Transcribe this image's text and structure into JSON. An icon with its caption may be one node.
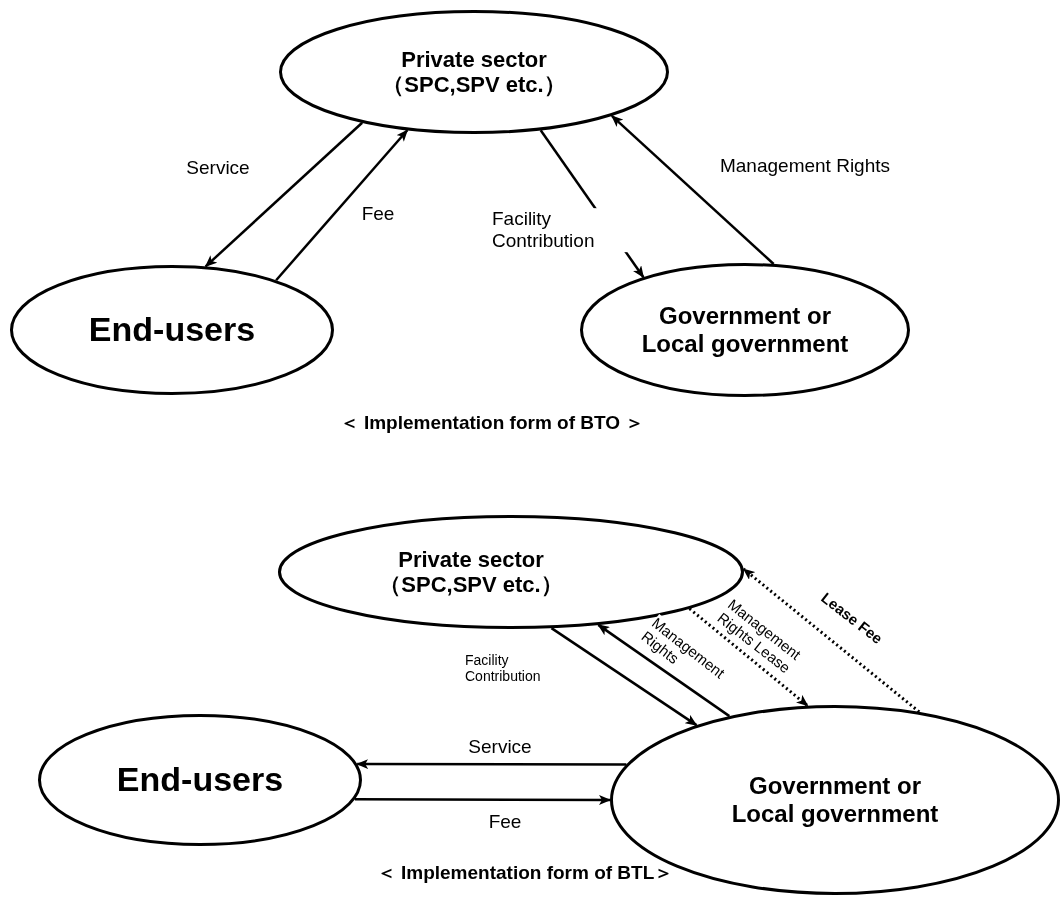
{
  "diagram": {
    "nodes": [
      {
        "text": [
          "Private sector",
          "（SPC,SPV etc.）"
        ]
      },
      {
        "text": [
          "End-users"
        ]
      },
      {
        "text": [
          "Government or Local government"
        ]
      },
      {
        "text": [
          "Private sector",
          "（SPC,SPV etc.）"
        ]
      },
      {
        "text": [
          "End-users"
        ]
      },
      {
        "text": [
          "Government or Local government"
        ]
      }
    ],
    "edges": [
      {
        "from": 0,
        "to": 1,
        "arrow": "to",
        "label": "Service"
      },
      {
        "from": 1,
        "to": 0,
        "arrow": "to",
        "label": "Fee"
      },
      {
        "from": 0,
        "to": 2,
        "arrow": "to",
        "label": "Facility Contribution"
      },
      {
        "from": 2,
        "to": 0,
        "arrow": "to",
        "label": "Management Rights"
      },
      {
        "from": 3,
        "to": 5,
        "arrow": "to",
        "label": "Facility Contribution"
      },
      {
        "from": 5,
        "to": 3,
        "arrow": "to",
        "label": "Management Rights"
      },
      {
        "from": 3,
        "to": 5,
        "arrow": "to",
        "label": "Management Rights Lease",
        "style": "dashed"
      },
      {
        "from": 5,
        "to": 3,
        "arrow": "to",
        "label": "Lease Fee",
        "style": "dashed"
      },
      {
        "from": 5,
        "to": 4,
        "arrow": "to",
        "label": "Service"
      },
      {
        "from": 4,
        "to": 5,
        "arrow": "to",
        "label": "Fee"
      }
    ],
    "labels": [
      "＜ Implementation form of BTO ＞",
      "＜ Implementation form of BTL＞"
    ]
  }
}
